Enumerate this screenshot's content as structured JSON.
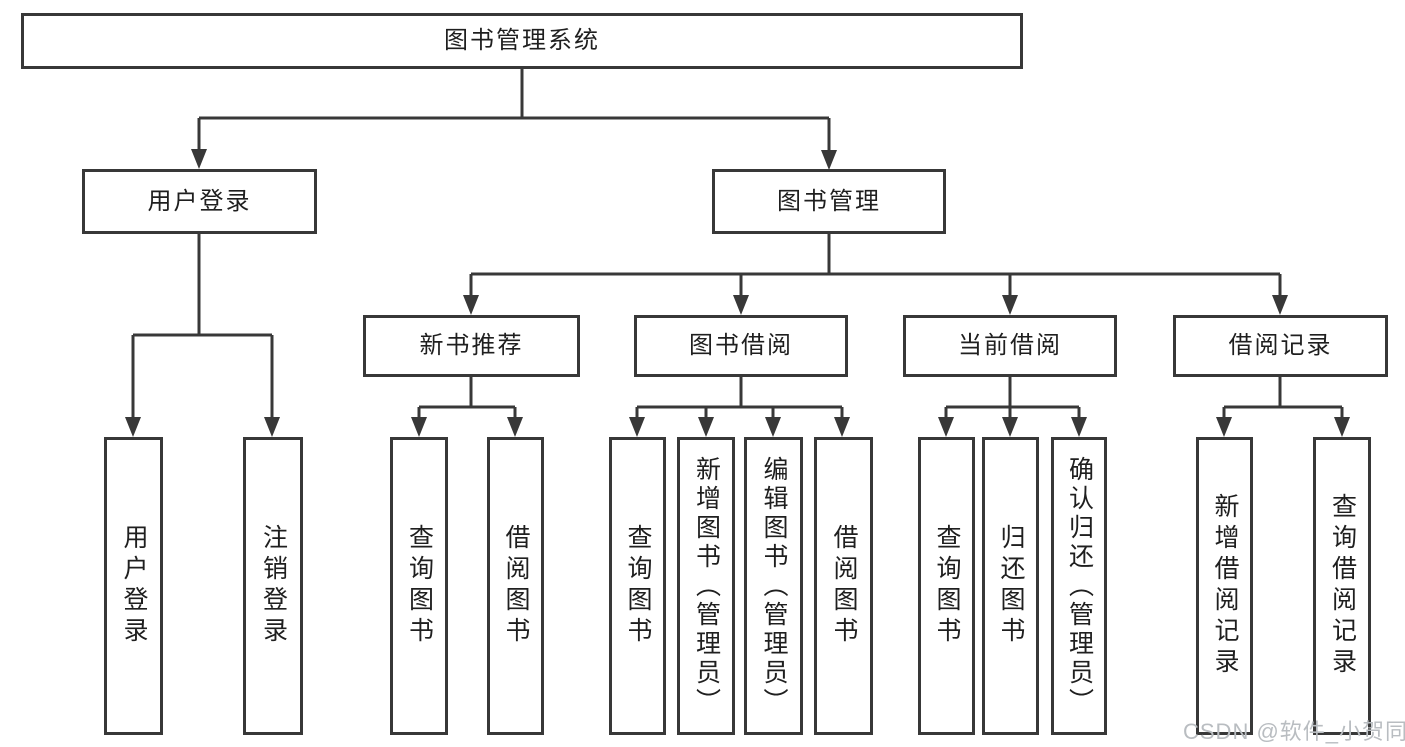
{
  "diagram": {
    "title": "图书管理系统",
    "root": {
      "label": "图书管理系统"
    },
    "level2": [
      {
        "label": "用户登录"
      },
      {
        "label": "图书管理"
      }
    ],
    "level3": [
      {
        "label": "新书推荐"
      },
      {
        "label": "图书借阅"
      },
      {
        "label": "当前借阅"
      },
      {
        "label": "借阅记录"
      }
    ],
    "level4": [
      {
        "label": "用户登录",
        "parent": "用户登录"
      },
      {
        "label": "注销登录",
        "parent": "用户登录"
      },
      {
        "label": "查询图书",
        "parent": "新书推荐"
      },
      {
        "label": "借阅图书",
        "parent": "新书推荐"
      },
      {
        "label": "查询图书",
        "parent": "图书借阅"
      },
      {
        "label": "新增图书（管理员）",
        "parent": "图书借阅"
      },
      {
        "label": "编辑图书（管理员）",
        "parent": "图书借阅"
      },
      {
        "label": "借阅图书",
        "parent": "图书借阅"
      },
      {
        "label": "查询图书",
        "parent": "当前借阅"
      },
      {
        "label": "归还图书",
        "parent": "当前借阅"
      },
      {
        "label": "确认归还（管理员）",
        "parent": "当前借阅"
      },
      {
        "label": "新增借阅记录",
        "parent": "借阅记录"
      },
      {
        "label": "查询借阅记录",
        "parent": "借阅记录"
      }
    ]
  },
  "watermark": {
    "text": "CSDN @软件_小贺同学"
  },
  "colors": {
    "line": "#383838",
    "text": "#1f1f1f",
    "watermark": "#b9bdc1",
    "background": "#ffffff"
  }
}
